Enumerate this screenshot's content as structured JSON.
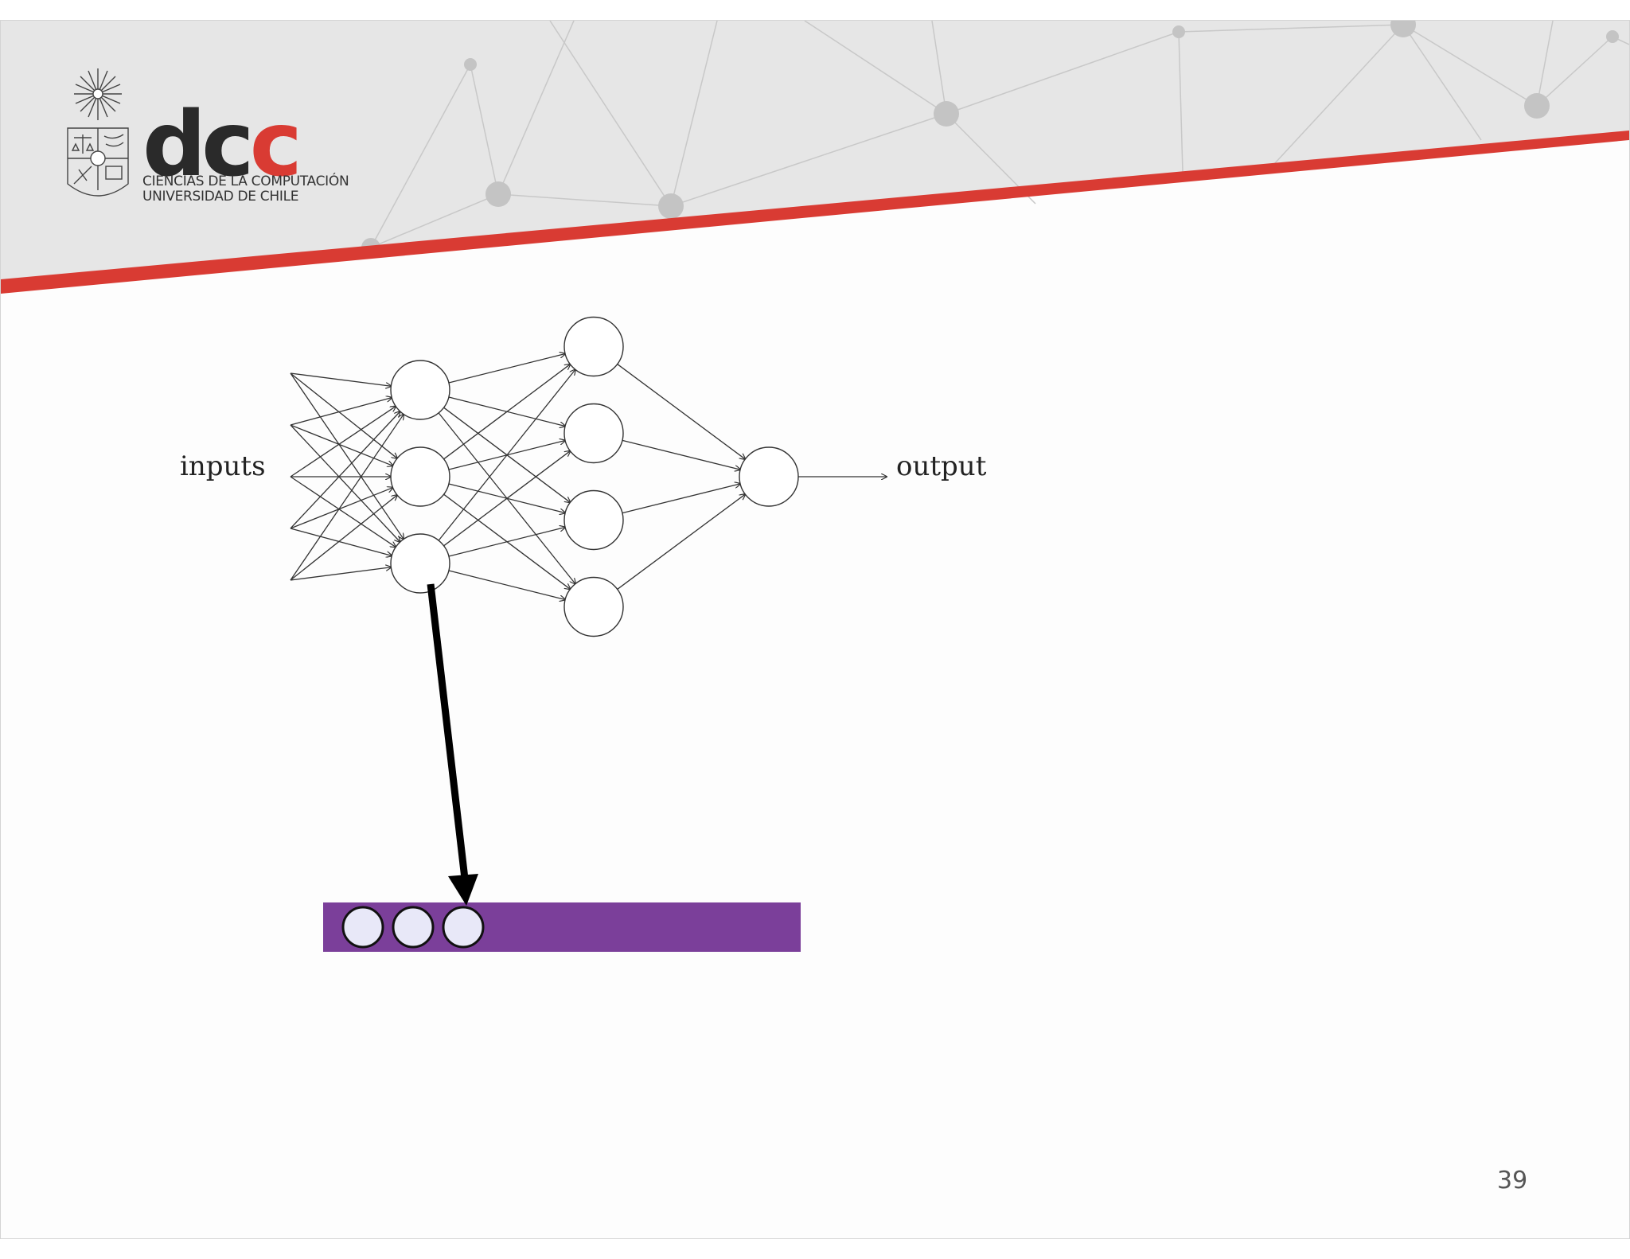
{
  "logo": {
    "mark_dark": "dc",
    "mark_accent": "c",
    "line1": "CIENCIAS DE LA COMPUTACIÓN",
    "line2": "UNIVERSIDAD DE CHILE"
  },
  "colors": {
    "accent_red": "#d93b33",
    "header_gray": "#e6e6e6",
    "vector_purple": "#7b3f9a",
    "vector_cell": "#e8e8f8"
  },
  "network": {
    "input_label": "inputs",
    "output_label": "output",
    "input_count": 5,
    "hidden1_count": 3,
    "hidden2_count": 4,
    "output_count": 1,
    "highlighted_hidden1_node": 3
  },
  "vector": {
    "cell_count": 3
  },
  "page_number": "39"
}
